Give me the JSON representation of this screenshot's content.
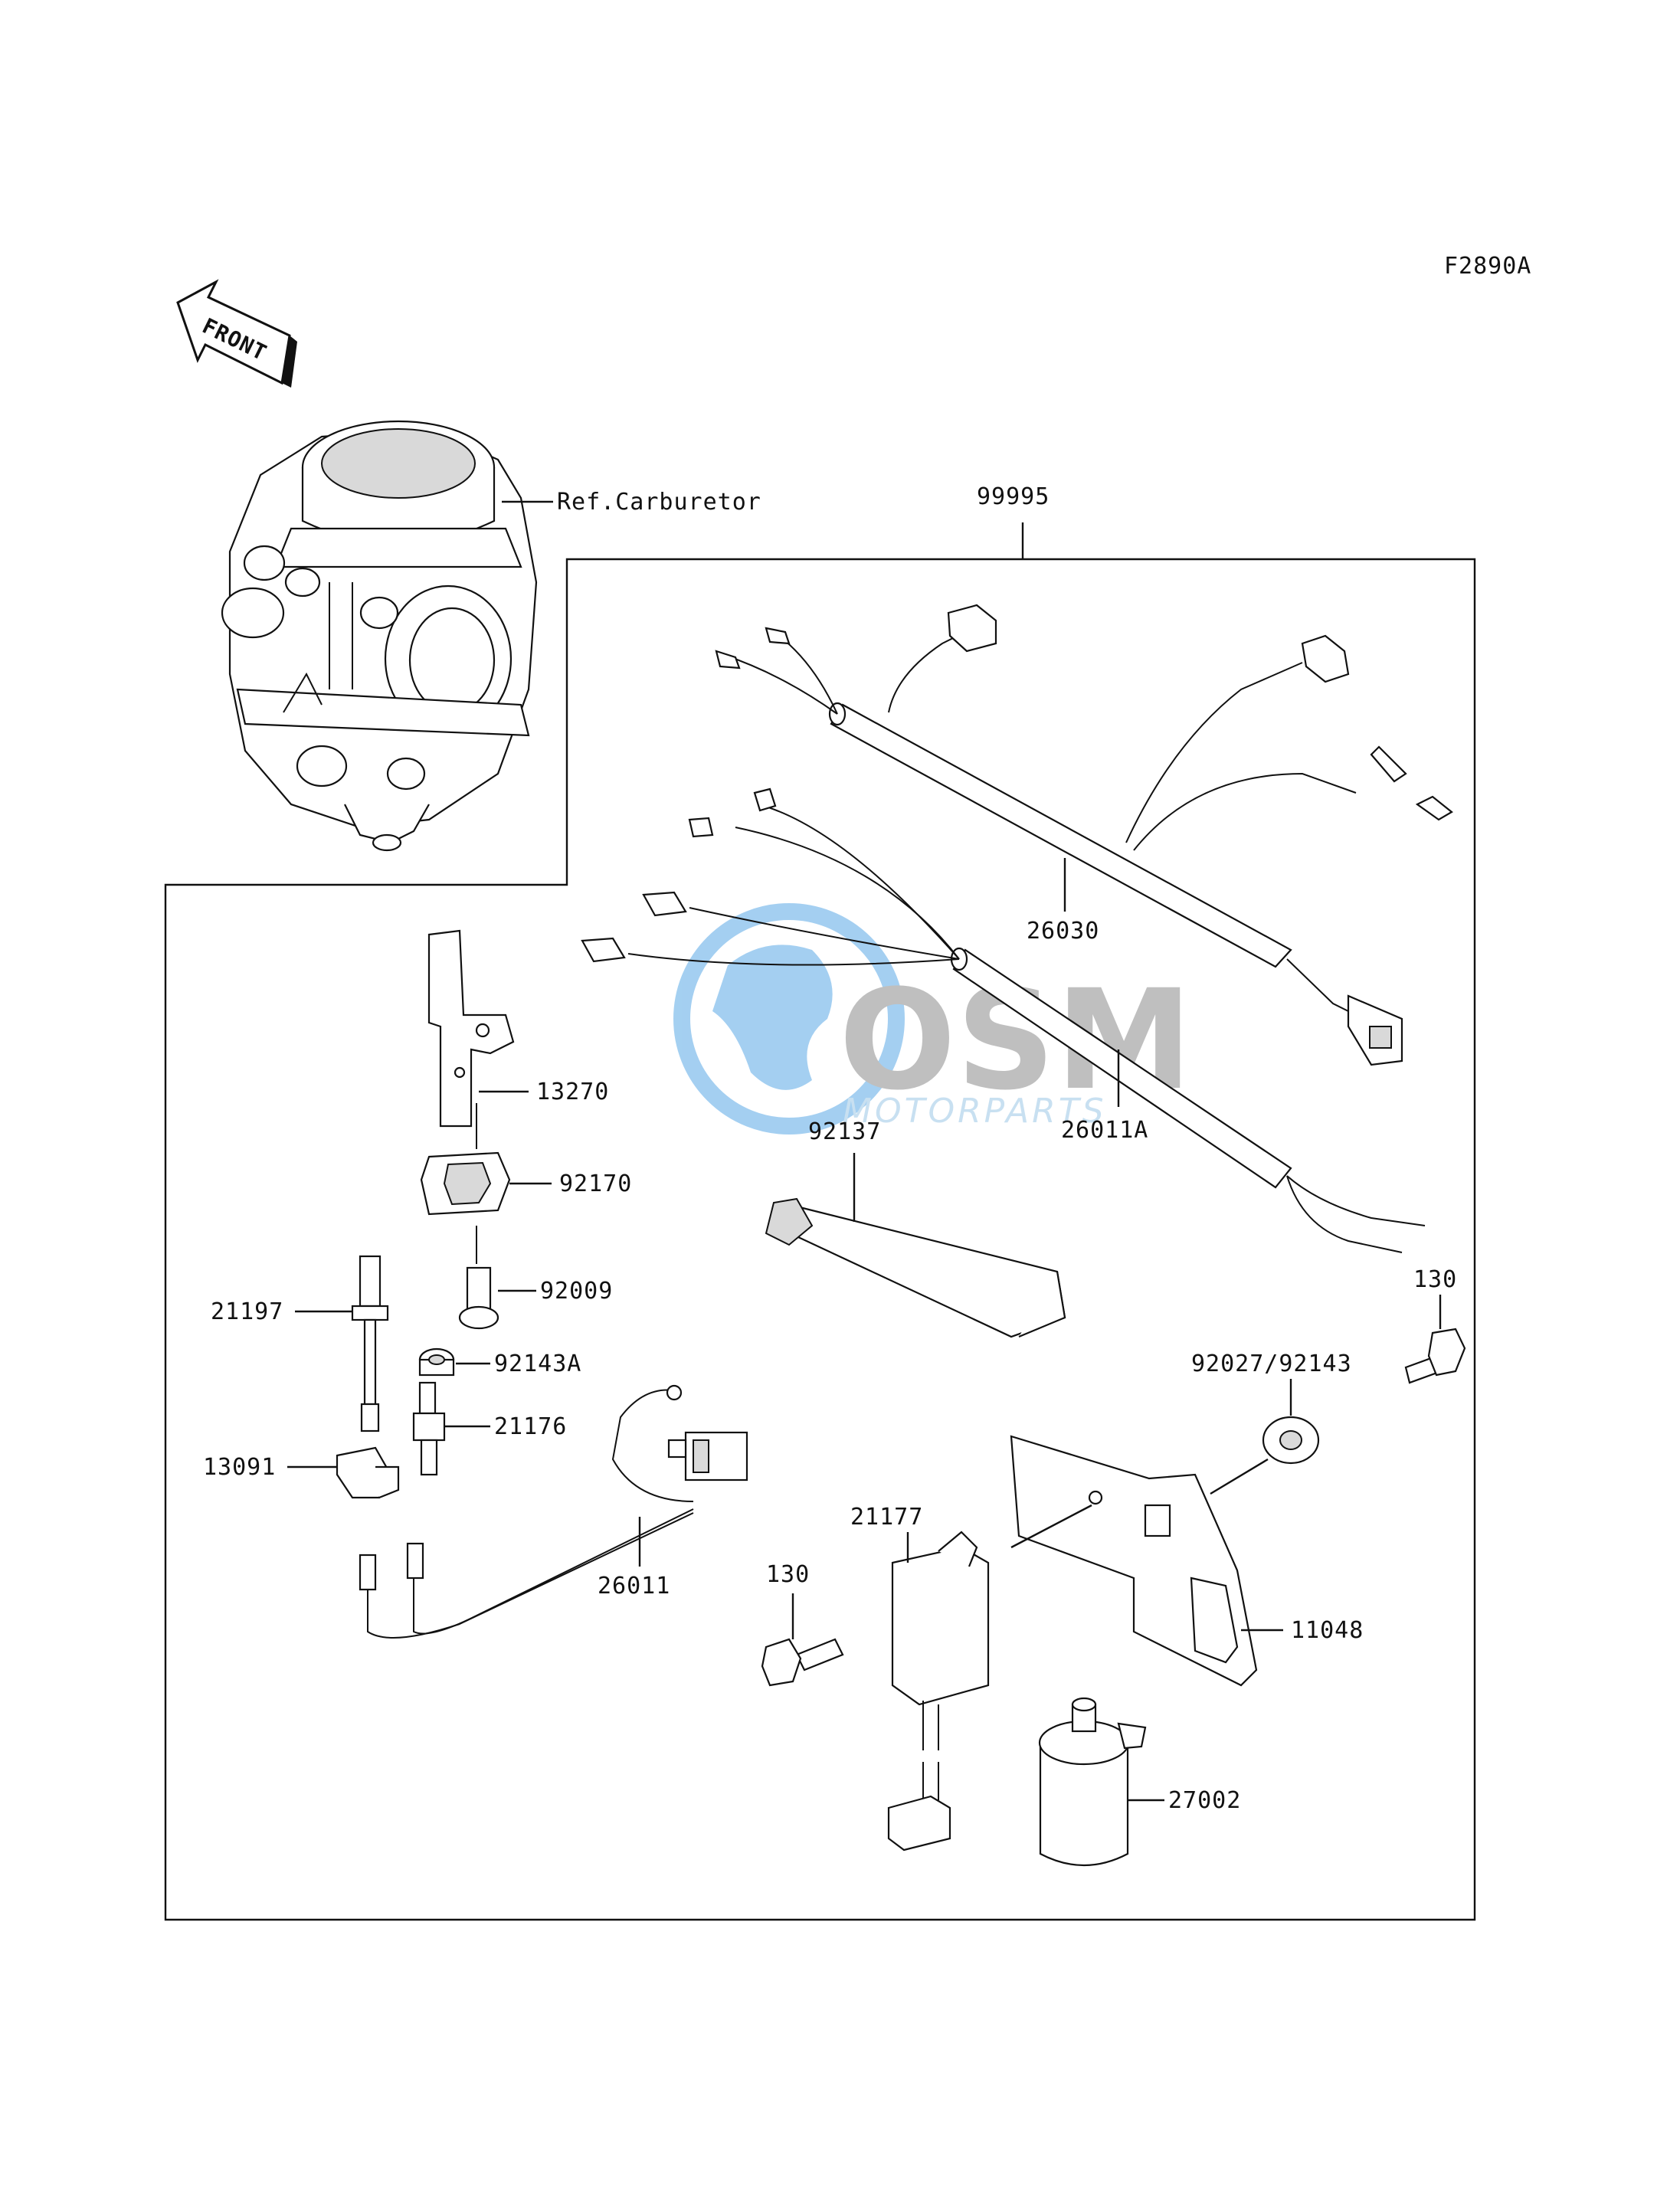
{
  "figure_code": "F2890A",
  "front_label": "FRONT",
  "reference_label": "Ref.Carburetor",
  "watermark": {
    "brand": "OSM",
    "sub": "MOTORPARTS",
    "colors": {
      "globe": "#5aa9e6",
      "text": "#8c8c8c"
    }
  },
  "callouts": [
    {
      "id": "99995",
      "text": "99995"
    },
    {
      "id": "26030",
      "text": "26030"
    },
    {
      "id": "26011A",
      "text": "26011A"
    },
    {
      "id": "92137",
      "text": "92137"
    },
    {
      "id": "13270",
      "text": "13270"
    },
    {
      "id": "92170",
      "text": "92170"
    },
    {
      "id": "92009",
      "text": "92009"
    },
    {
      "id": "21197",
      "text": "21197"
    },
    {
      "id": "92143A",
      "text": "92143A"
    },
    {
      "id": "21176",
      "text": "21176"
    },
    {
      "id": "13091",
      "text": "13091"
    },
    {
      "id": "26011",
      "text": "26011"
    },
    {
      "id": "130-top",
      "text": "130"
    },
    {
      "id": "92027-92143",
      "text": "92027/92143"
    },
    {
      "id": "21177",
      "text": "21177"
    },
    {
      "id": "130-left",
      "text": "130"
    },
    {
      "id": "11048",
      "text": "11048"
    },
    {
      "id": "27002",
      "text": "27002"
    }
  ]
}
